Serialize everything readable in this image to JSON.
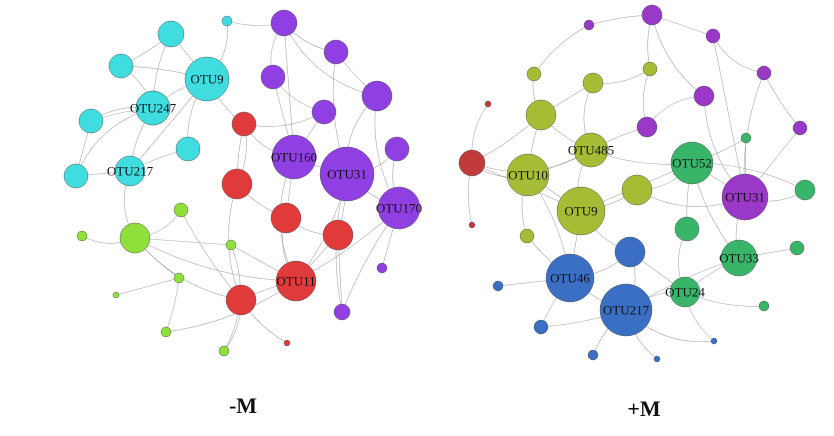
{
  "panels": [
    {
      "caption": "-M",
      "nodes": [
        {
          "id": "c1",
          "c": "cyan"
        },
        {
          "id": "c2",
          "c": "cyan"
        },
        {
          "id": "OTU9",
          "c": "cyan",
          "label": "OTU9"
        },
        {
          "id": "c3",
          "c": "cyan"
        },
        {
          "id": "c4",
          "c": "cyan"
        },
        {
          "id": "OTU247",
          "c": "cyan",
          "label": "OTU247"
        },
        {
          "id": "c5",
          "c": "cyan"
        },
        {
          "id": "OTU217",
          "c": "cyan",
          "label": "OTU217"
        },
        {
          "id": "c6",
          "c": "cyan"
        },
        {
          "id": "c7",
          "c": "cyan"
        },
        {
          "id": "p1",
          "c": "purple"
        },
        {
          "id": "p2",
          "c": "purple"
        },
        {
          "id": "p3",
          "c": "purple"
        },
        {
          "id": "p4",
          "c": "purple"
        },
        {
          "id": "p5",
          "c": "purple"
        },
        {
          "id": "OTU160",
          "c": "purple",
          "label": "OTU160"
        },
        {
          "id": "OTU31",
          "c": "purple",
          "label": "OTU31"
        },
        {
          "id": "p6",
          "c": "purple"
        },
        {
          "id": "OTU170",
          "c": "purple",
          "label": "OTU170"
        },
        {
          "id": "p7",
          "c": "purple"
        },
        {
          "id": "p8",
          "c": "purple"
        },
        {
          "id": "r1",
          "c": "red"
        },
        {
          "id": "r2",
          "c": "red"
        },
        {
          "id": "r3",
          "c": "red"
        },
        {
          "id": "r4",
          "c": "red"
        },
        {
          "id": "OTU11",
          "c": "red",
          "label": "OTU11"
        },
        {
          "id": "r5",
          "c": "red"
        },
        {
          "id": "r6",
          "c": "red"
        },
        {
          "id": "g1",
          "c": "green"
        },
        {
          "id": "g2",
          "c": "green"
        },
        {
          "id": "g3",
          "c": "green"
        },
        {
          "id": "g4",
          "c": "green"
        },
        {
          "id": "g5",
          "c": "green"
        },
        {
          "id": "g6",
          "c": "green"
        },
        {
          "id": "g7",
          "c": "green"
        },
        {
          "id": "g8",
          "c": "green"
        }
      ]
    },
    {
      "caption": "+M",
      "nodes": [
        {
          "id": "m1",
          "c": "magenta"
        },
        {
          "id": "m2",
          "c": "magenta"
        },
        {
          "id": "m3",
          "c": "magenta"
        },
        {
          "id": "m4",
          "c": "magenta"
        },
        {
          "id": "m5",
          "c": "magenta"
        },
        {
          "id": "m6",
          "c": "magenta"
        },
        {
          "id": "m7",
          "c": "magenta"
        },
        {
          "id": "OTU31",
          "c": "magenta",
          "label": "OTU31"
        },
        {
          "id": "o1",
          "c": "olive"
        },
        {
          "id": "o2",
          "c": "olive"
        },
        {
          "id": "o3",
          "c": "olive"
        },
        {
          "id": "o4",
          "c": "olive"
        },
        {
          "id": "OTU485",
          "c": "olive",
          "label": "OTU485"
        },
        {
          "id": "OTU10",
          "c": "olive",
          "label": "OTU10"
        },
        {
          "id": "OTU9",
          "c": "olive",
          "label": "OTU9"
        },
        {
          "id": "o5",
          "c": "olive"
        },
        {
          "id": "o6",
          "c": "olive"
        },
        {
          "id": "d1",
          "c": "darkred"
        },
        {
          "id": "d2",
          "c": "darkred"
        },
        {
          "id": "d3",
          "c": "darkred"
        },
        {
          "id": "OTU52",
          "c": "teal",
          "label": "OTU52"
        },
        {
          "id": "t1",
          "c": "teal"
        },
        {
          "id": "t2",
          "c": "teal"
        },
        {
          "id": "t3",
          "c": "teal"
        },
        {
          "id": "OTU33",
          "c": "teal",
          "label": "OTU33"
        },
        {
          "id": "OTU24",
          "c": "teal",
          "label": "OTU24"
        },
        {
          "id": "t4",
          "c": "teal"
        },
        {
          "id": "t5",
          "c": "teal"
        },
        {
          "id": "OTU46",
          "c": "blue",
          "label": "OTU46"
        },
        {
          "id": "OTU217",
          "c": "blue",
          "label": "OTU217"
        },
        {
          "id": "b1",
          "c": "blue"
        },
        {
          "id": "b2",
          "c": "blue"
        },
        {
          "id": "b3",
          "c": "blue"
        },
        {
          "id": "b4",
          "c": "blue"
        },
        {
          "id": "b5",
          "c": "blue"
        },
        {
          "id": "b6",
          "c": "blue"
        }
      ]
    }
  ],
  "colors": {
    "cyan": "#3fdde0",
    "purple": "#8f3fe2",
    "red": "#e03a3a",
    "green": "#8fe03a",
    "magenta": "#9a38c8",
    "olive": "#a4bd34",
    "darkred": "#c23a3a",
    "teal": "#39b56a",
    "blue": "#3a6fc4"
  }
}
